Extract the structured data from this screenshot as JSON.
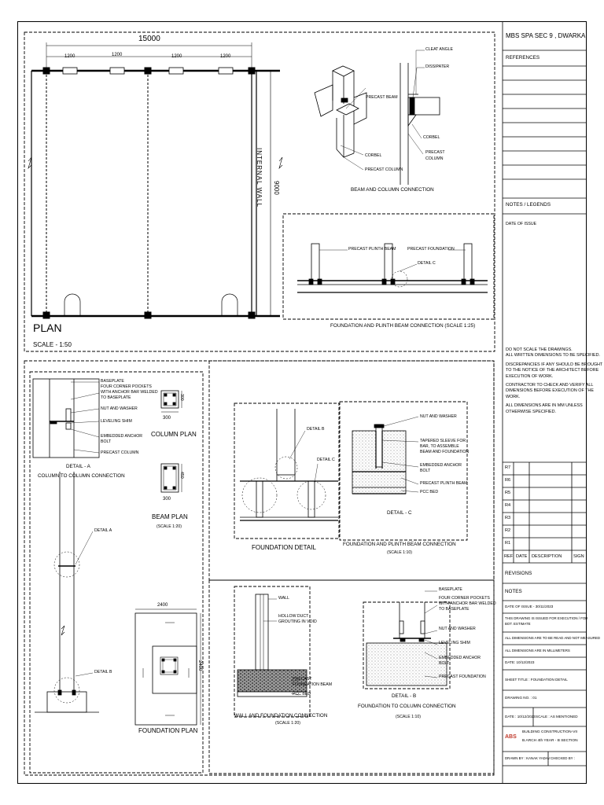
{
  "project": {
    "title": "MBS SPA SEC 9 , DWARKA",
    "references_label": "REFERENCES",
    "notes_legends_label": "NOTES / LEGENDS",
    "date_of_issue_label": "DATE OF ISSUE"
  },
  "general_notes": [
    "DO NOT SCALE THE DRAWINGS.",
    "ALL WRITTEN DIMENSIONS TO BE SPECIFIED.",
    "DISCREPANCIES IF ANY SHOULD BE BROUGHT",
    "TO THE NOTICE OF THE ARCHITECT BEFORE",
    "EXECUTION OF WORK.",
    "CONTRACTOR TO CHECK AND VERIFY ALL",
    "DIMENSIONS BEFORE EXECUTION OF THE",
    "WORK.",
    "ALL DIMENSIONS ARE IN MM UNLESS",
    "OTHERWISE SPECIFIED."
  ],
  "revisions_table": {
    "rows": [
      "R7",
      "R6",
      "R5",
      "R4",
      "R3",
      "R2",
      "R1"
    ],
    "headers": [
      "REF",
      "DATE",
      "DESCRIPTION",
      "SIGN"
    ]
  },
  "title_block": {
    "revisions_label": "REVISIONS",
    "notes_label": "NOTES",
    "date_of_issue": "DATE OF ISSUE - 30/11/2023",
    "issued_for_1": "THIS DRAWING IS ISSUED FOR EXECUTION / FOR",
    "issued_for_2": "BOT. ESTIMATE",
    "read_not_measured": "ALL DIMENSIONS ARE TO BE READ AND NOT MEASURED",
    "mm_note": "ALL DIMENSIONS ARE IN MILLIMETERS",
    "date": "DATE: 10/12/2023",
    "sheet_title": "SHEET TITLE : FOUNDATION DETAIL",
    "drawing_no": "DRAWING NO. : 01",
    "date_short": "DATE :  10/12/2023",
    "scale": "SCALE : AS MENTIONED",
    "logo": "ABS",
    "course_1": "BUILDING CONSTRUCTION-VII",
    "course_2": "B.ARCH 4th YEAR - B SECTION",
    "drawn_by": "DRAWN BY : KANAK YADAV",
    "checked_by": "CHECKED BY :"
  },
  "plan": {
    "title": "PLAN",
    "scale": "SCALE - 1:50",
    "width_dim": "15000",
    "height_dim": "9000",
    "opening_dims": [
      "1200",
      "1200",
      "1200",
      "1200"
    ],
    "internal_wall": "INTERNAL WALL"
  },
  "beam_column": {
    "title": "BEAM AND COLUMN CONNECTION",
    "labels": {
      "precast_beam": "PRECAST BEAM",
      "corbel_left": "CORBEL",
      "precast_column_left": "PRECAST COLUMN",
      "cleat_angle": "CLEAT ANGLE",
      "dissipater": "DISSIPATER",
      "corbel_right": "CORBEL",
      "precast_col_right_1": "PRECAST",
      "precast_col_right_2": "COLUMN"
    }
  },
  "foundation_plinth_top": {
    "title": "FOUNDATION AND PLINTH BEAM CONNECTION (SCALE 1:25)",
    "precast_plinth_beam": "PRECAST PLINTH BEAM",
    "precast_foundation": "PRECAST FOUNDATION",
    "detail_c": "DETAIL C"
  },
  "detail_a": {
    "title": "DETAIL - A",
    "subtitle": "COLUMN TO COLUMN CONNECTION",
    "labels": [
      "BASEPLATE",
      "FOUR CORNER POCKETS",
      "WITH ANCHOR BAR WELDED",
      "TO BASEPLATE",
      "NUT AND WASHER",
      "LEVELING SHIM",
      "EMBEDDED ANCHOR",
      "BOLT",
      "PRECAST COLUMN"
    ]
  },
  "column_plan": {
    "title": "COLUMN PLAN",
    "dim_a": "300",
    "dim_b": "300"
  },
  "beam_plan": {
    "title": "BEAM PLAN",
    "scale": "(SCALE 1:20)",
    "dim_a": "450",
    "dim_b": "300"
  },
  "column_elevation": {
    "detail_a": "DETAIL A",
    "detail_b": "DETAIL B"
  },
  "foundation_plan": {
    "title": "FOUNDATION PLAN",
    "dim_w": "2400",
    "dim_h": "2400"
  },
  "foundation_detail": {
    "title": "FOUNDATION DETAIL",
    "detail_b": "DETAIL B",
    "detail_c": "DETAIL C"
  },
  "detail_c": {
    "title": "DETAIL - C",
    "section_title": "FOUNDATION AND PLINTH BEAM CONNECTION",
    "scale": "(SCALE 1:10)",
    "labels": [
      "NUT AND WASHER",
      "TAPERED SLEEVE FOR",
      "BAR, TO ASSEMBLE",
      "BEAM AND FOUNDATION",
      "EMBEDDED ANCHOR",
      "BOLT",
      "PRECAST PLINTH BEAM",
      "PCC BED"
    ]
  },
  "wall_foundation": {
    "title": "WALL AND FOUNDATION CONNECTION",
    "scale": "(SCALE 1:20)",
    "labels": [
      "WALL",
      "HOLLOW DUCT",
      "GROUTING IN VOID",
      "PRECAST",
      "FOUNDATION BEAM",
      "PCC BED"
    ]
  },
  "detail_b": {
    "title": "DETAIL - B",
    "subtitle": "FOUNDATION TO COLUMN CONNECTION",
    "scale": "(SCALE 1:10)",
    "labels": [
      "BASEPLATE",
      "FOUR CORNER POCKETS",
      "WITH ANCHOR BAR WELDED",
      "TO BASEPLATE",
      "NUT AND WASHER",
      "LEVELING SHIM",
      "EMBEDDED ANCHOR",
      "BOLT",
      "PRECAST FOUNDATION"
    ]
  }
}
